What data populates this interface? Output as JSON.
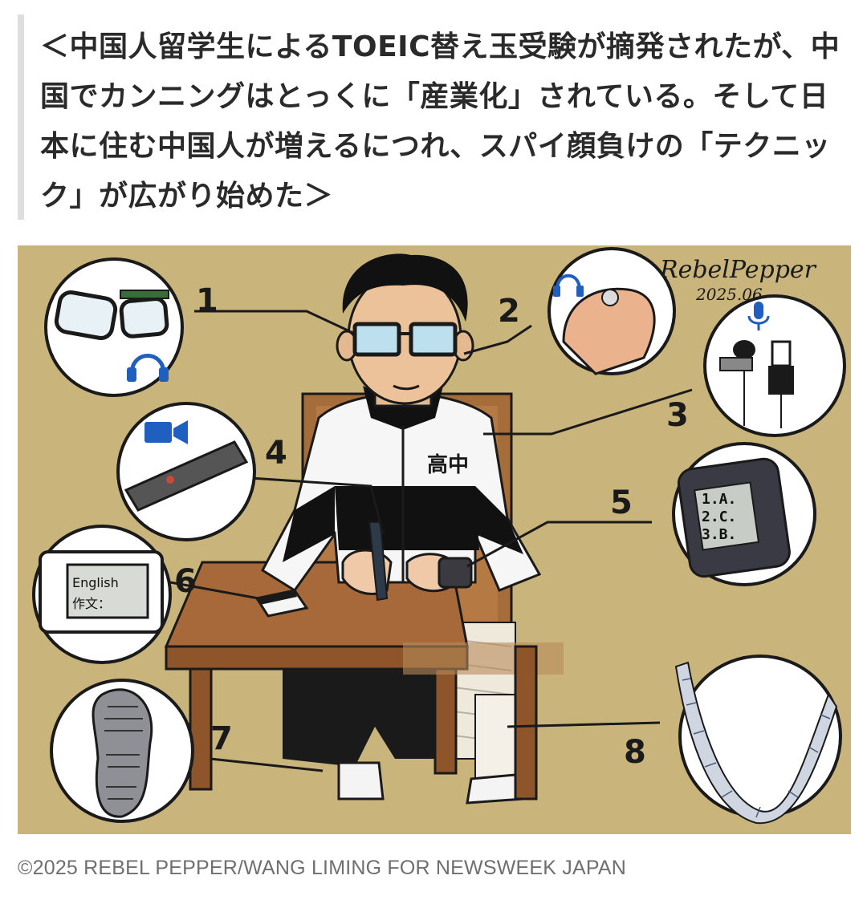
{
  "headline": {
    "text": "＜中国人留学生によるTOEIC替え玉受験が摘発されたが、中国でカンニングはとっくに「産業化」されている。そして日本に住む中国人が増えるにつれ、スパイ顔負けの「テクニック」が広がり始めた＞"
  },
  "illustration": {
    "signature_line1": "RebelPepper",
    "signature_line2": "2025.06.",
    "jacket_text": "高中",
    "numbers": [
      "1",
      "2",
      "3",
      "4",
      "5",
      "6",
      "7",
      "8"
    ],
    "watch_lines": [
      "1.A.",
      "2.C.",
      "3.B."
    ],
    "device_lines": [
      "English",
      "作文："
    ],
    "icons": {
      "headphones": "headphones-icon",
      "microphone": "microphone-icon",
      "video": "video-camera-icon"
    },
    "colors": {
      "background": "#c9b47c",
      "icon_blue": "#1f5fbf",
      "ink": "#1a1a1a"
    }
  },
  "caption": {
    "text": "©2025 REBEL PEPPER/WANG LIMING FOR NEWSWEEK JAPAN"
  }
}
